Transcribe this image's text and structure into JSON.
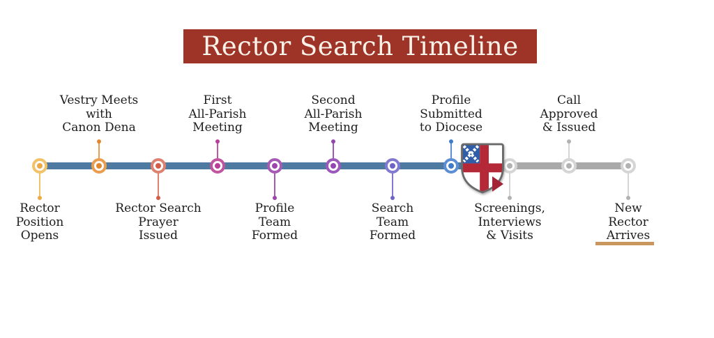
{
  "header": {
    "title": "Rector Search Timeline",
    "background_color": "#9e3428",
    "text_color": "#f9f2e9"
  },
  "timeline": {
    "completed_bar_color": "#4e7aa1",
    "upcoming_bar_color": "#a9a9a9",
    "milestones": [
      {
        "label": "Rector Position Opens",
        "lines": [
          "Rector",
          "Position",
          "Opens"
        ],
        "side": "below",
        "status": "completed",
        "ring_color": "#f1c268",
        "dot_color": "#eda944"
      },
      {
        "label": "Vestry Meets with Canon Dena",
        "lines": [
          "Vestry Meets",
          "with",
          "Canon Dena"
        ],
        "side": "above",
        "status": "completed",
        "ring_color": "#eb9d4d",
        "dot_color": "#e2872e"
      },
      {
        "label": "Rector Search Prayer Issued",
        "lines": [
          "Rector Search",
          "Prayer",
          "Issued"
        ],
        "side": "below",
        "status": "completed",
        "ring_color": "#df8170",
        "dot_color": "#d55c48"
      },
      {
        "label": "First All-Parish Meeting",
        "lines": [
          "First",
          "All-Parish",
          "Meeting"
        ],
        "side": "above",
        "status": "completed",
        "ring_color": "#c0549f",
        "dot_color": "#b83f97"
      },
      {
        "label": "Profile Team Formed",
        "lines": [
          "Profile",
          "Team",
          "Formed"
        ],
        "side": "below",
        "status": "completed",
        "ring_color": "#a75ab4",
        "dot_color": "#9c46ab"
      },
      {
        "label": "Second All-Parish Meeting",
        "lines": [
          "Second",
          "All-Parish",
          "Meeting"
        ],
        "side": "above",
        "status": "completed",
        "ring_color": "#9c58bb",
        "dot_color": "#9346b1"
      },
      {
        "label": "Search Team Formed",
        "lines": [
          "Search",
          "Team",
          "Formed"
        ],
        "side": "below",
        "status": "completed",
        "ring_color": "#8278d0",
        "dot_color": "#6f64c6"
      },
      {
        "label": "Profile Submitted to Diocese",
        "lines": [
          "Profile",
          "Submitted",
          "to Diocese"
        ],
        "side": "above",
        "status": "completed",
        "ring_color": "#5b8ed4",
        "dot_color": "#417bc8"
      },
      {
        "label": "Screenings, Interviews & Visits",
        "lines": [
          "Screenings,",
          "Interviews",
          "& Visits"
        ],
        "side": "below",
        "status": "upcoming",
        "ring_color": "#d5d5d5",
        "dot_color": "#b2b2b2"
      },
      {
        "label": "Call Approved & Issued",
        "lines": [
          "Call",
          "Approved",
          "& Issued"
        ],
        "side": "above",
        "status": "upcoming",
        "ring_color": "#d5d5d5",
        "dot_color": "#b2b2b2"
      },
      {
        "label": "New Rector Arrives",
        "lines": [
          "New",
          "Rector",
          "Arrives"
        ],
        "side": "below",
        "status": "upcoming",
        "ring_color": "#d5d5d5",
        "dot_color": "#b2b2b2",
        "underline_color": "#c9965e"
      }
    ]
  },
  "shield": {
    "name": "Episcopal Church shield",
    "field_color": "#ffffff",
    "canton_color": "#2f5da8",
    "cross_color": "#b42837",
    "border_color": "#6a6a6a",
    "arrow_color": "#a32336"
  }
}
